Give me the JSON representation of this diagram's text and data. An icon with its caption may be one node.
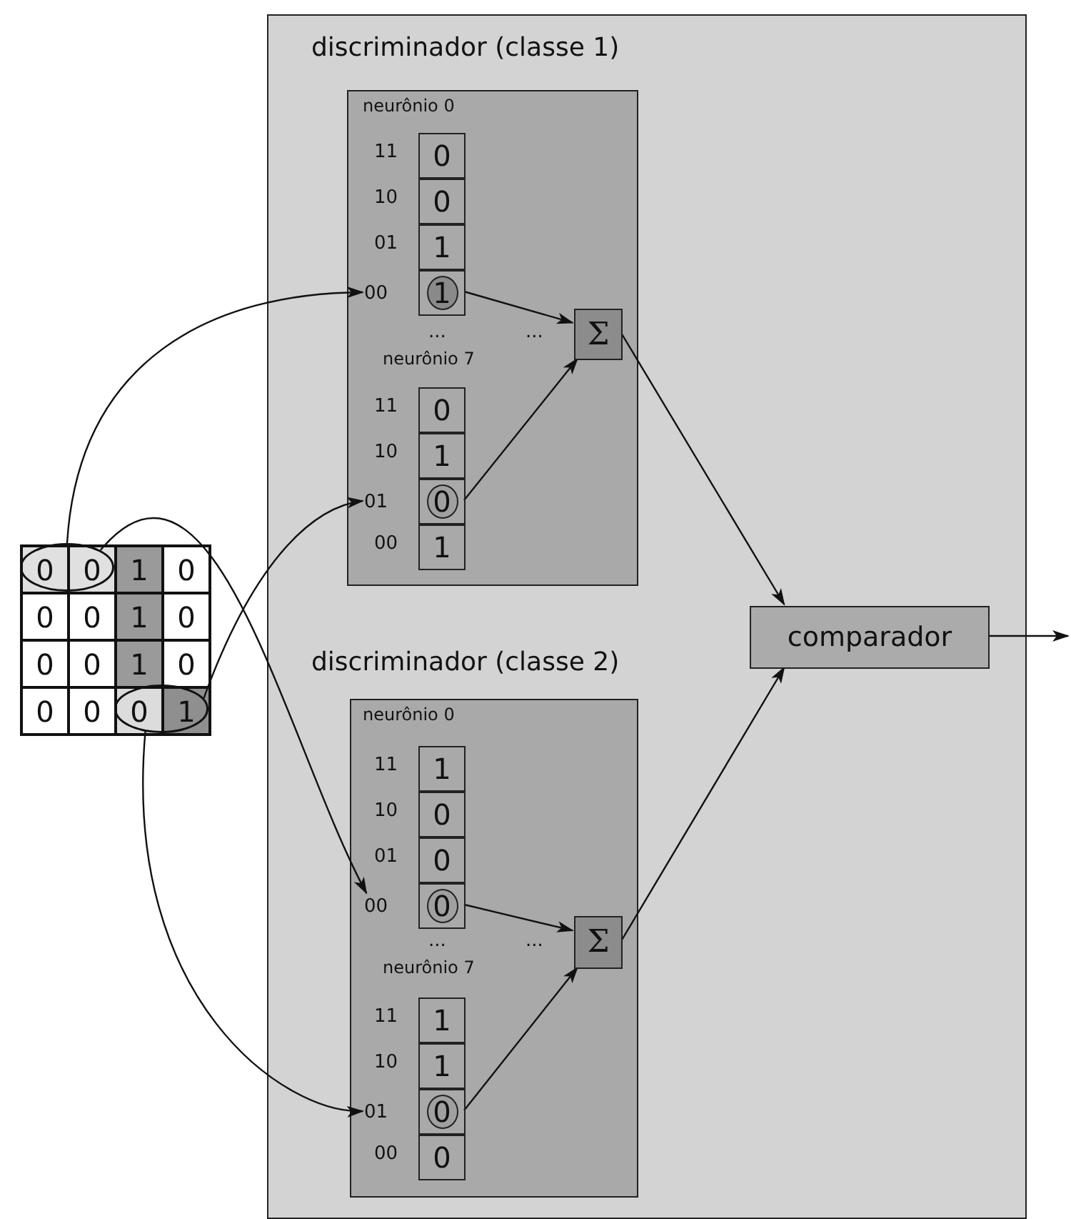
{
  "diagram": {
    "nodes": [
      {
        "text": [],
        "shape": "box"
      },
      {
        "text": [
          "discriminador (classe 1)"
        ],
        "in": 0
      },
      {
        "text": [
          "00"
        ],
        "in": 1
      },
      {
        "text": [
          "0"
        ],
        "in": 1
      },
      {
        "text": [
          "0"
        ],
        "in": 1
      },
      {
        "text": [
          "1"
        ],
        "in": 1
      },
      {
        "text": [
          "1"
        ],
        "in": 1
      },
      {
        "text": [
          "01"
        ],
        "in": 1
      },
      {
        "text": [
          "0"
        ],
        "in": 1
      },
      {
        "text": [
          "1"
        ],
        "in": 1
      },
      {
        "text": [
          "0"
        ],
        "in": 1
      },
      {
        "text": [
          "1"
        ],
        "in": 1
      },
      {
        "text": [
          "Σ"
        ],
        "in": 1
      },
      {
        "text": [
          "discriminador (classe 2)"
        ],
        "in": 0
      },
      {
        "text": [
          "00"
        ],
        "in": 13
      },
      {
        "text": [
          "1"
        ],
        "in": 13
      },
      {
        "text": [
          "0"
        ],
        "in": 13
      },
      {
        "text": [
          "0"
        ],
        "in": 13
      },
      {
        "text": [
          "0"
        ],
        "in": 13
      },
      {
        "text": [
          "01"
        ],
        "in": 13
      },
      {
        "text": [
          "1"
        ],
        "in": 13
      },
      {
        "text": [
          "1"
        ],
        "in": 13
      },
      {
        "text": [
          "0"
        ],
        "in": 13
      },
      {
        "text": [
          "0"
        ],
        "in": 13
      },
      {
        "text": [
          "Σ"
        ],
        "in": 13
      },
      {
        "text": [
          "comparador"
        ],
        "in": 0
      },
      {
        "text": [],
        "shape": "ellipse"
      },
      {
        "text": [],
        "shape": "ellipse"
      }
    ],
    "edges": [
      {
        "from": 26,
        "to": 2,
        "arrow": "to"
      },
      {
        "from": 26,
        "to": 14,
        "arrow": "to"
      },
      {
        "from": 27,
        "to": 7,
        "arrow": "to"
      },
      {
        "from": 27,
        "to": 19,
        "arrow": "to"
      },
      {
        "from": 6,
        "to": 12,
        "arrow": "to"
      },
      {
        "from": 10,
        "to": 12,
        "arrow": "to"
      },
      {
        "from": 12,
        "to": 25,
        "arrow": "to"
      },
      {
        "from": 18,
        "to": 24,
        "arrow": "to"
      },
      {
        "from": 22,
        "to": 24,
        "arrow": "to"
      },
      {
        "from": 24,
        "to": 25,
        "arrow": "to"
      },
      {
        "from": 25,
        "to": null,
        "arrow": "to"
      }
    ],
    "labels": [
      "neurônio 0",
      "11",
      "10",
      "01",
      "...",
      "...",
      "neurônio 7",
      "11",
      "10",
      "00",
      "neurônio 0",
      "11",
      "10",
      "01",
      "...",
      "...",
      "neurônio 7",
      "11",
      "10",
      "00",
      "0",
      "0",
      "1",
      "0",
      "0",
      "0",
      "1",
      "0",
      "0",
      "0",
      "1",
      "0",
      "0",
      "0",
      "0",
      "1"
    ]
  }
}
